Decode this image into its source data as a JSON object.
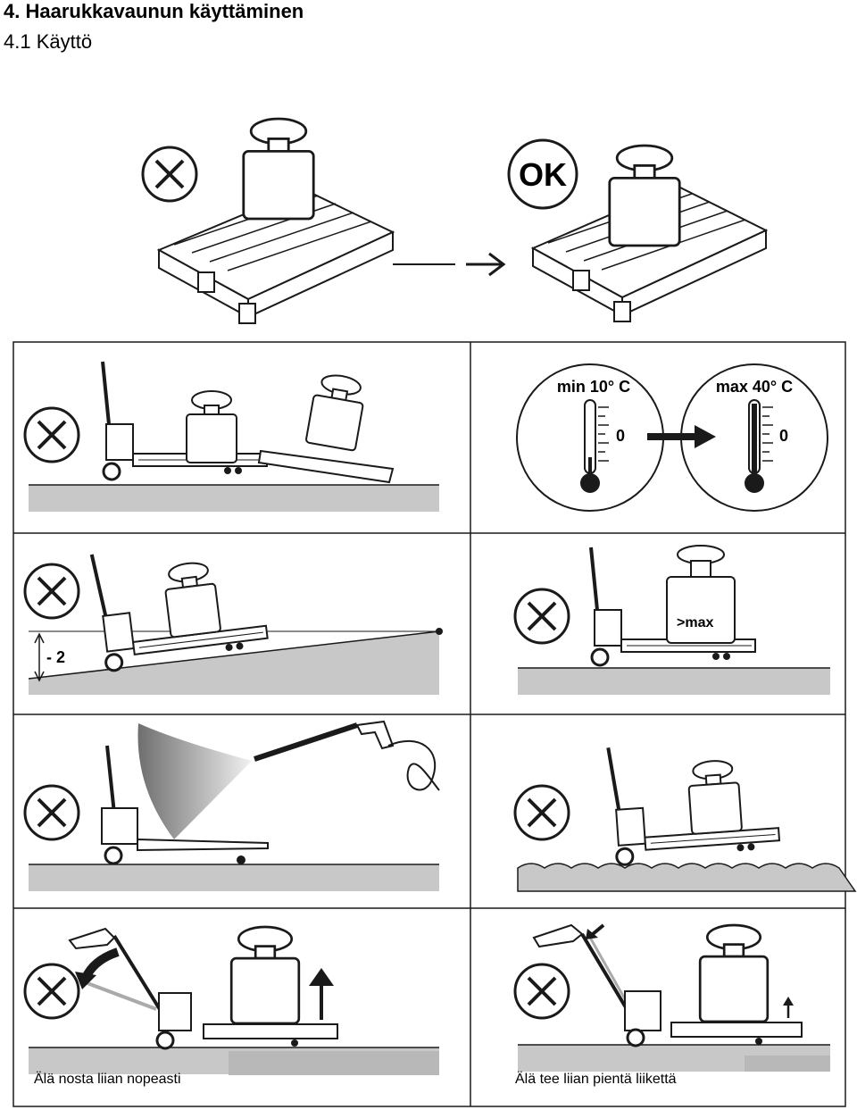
{
  "headings": {
    "section": "4.   Haarukkavaunun käyttäminen",
    "subsection": "4.1 Käyttö"
  },
  "top_figure": {
    "ok_label": "OK"
  },
  "thermometers": {
    "min_label": "min 10° C",
    "max_label": "max 40° C",
    "zero_label": "0"
  },
  "slope": {
    "label": "- 2"
  },
  "overload": {
    "label": ">max"
  },
  "captions": {
    "left": "Älä nosta liian nopeasti",
    "right": "Älä tee liian pientä liikettä"
  },
  "colors": {
    "ground": "#c8c8c8",
    "line": "#1a1a1a"
  }
}
